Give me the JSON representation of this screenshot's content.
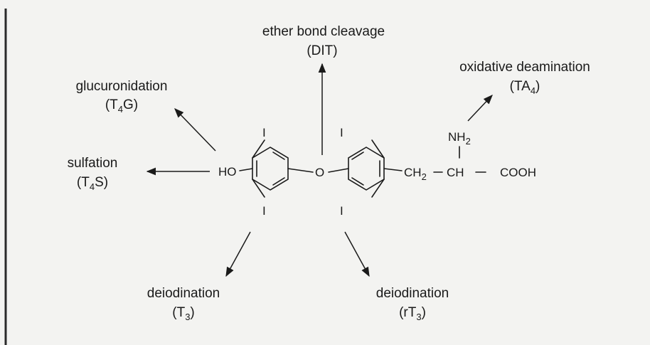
{
  "labels": {
    "ether": {
      "line1": "ether bond cleavage",
      "line2": "(DIT)"
    },
    "oxidative": {
      "line1": "oxidative deamination",
      "line2_prefix": "(TA",
      "line2_sub": "4",
      "line2_suffix": ")"
    },
    "glucuronidation": {
      "line1": "glucuronidation",
      "line2_prefix": "(T",
      "line2_sub": "4",
      "line2_suffix": "G)"
    },
    "sulfation": {
      "line1": "sulfation",
      "line2_prefix": "(T",
      "line2_sub": "4",
      "line2_suffix": "S)"
    },
    "deiodination_left": {
      "line1": "deiodination",
      "line2_prefix": "(T",
      "line2_sub": "3",
      "line2_suffix": ")"
    },
    "deiodination_right": {
      "line1": "deiodination",
      "line2_prefix": "(rT",
      "line2_sub": "3",
      "line2_suffix": ")"
    }
  },
  "structure": {
    "ho": "HO",
    "o": "O",
    "iodine": "I",
    "ch2_main": "CH",
    "ch2_sub": "2",
    "ch": "CH",
    "nh2_main": "NH",
    "nh2_sub": "2",
    "cooh": "COOH"
  }
}
